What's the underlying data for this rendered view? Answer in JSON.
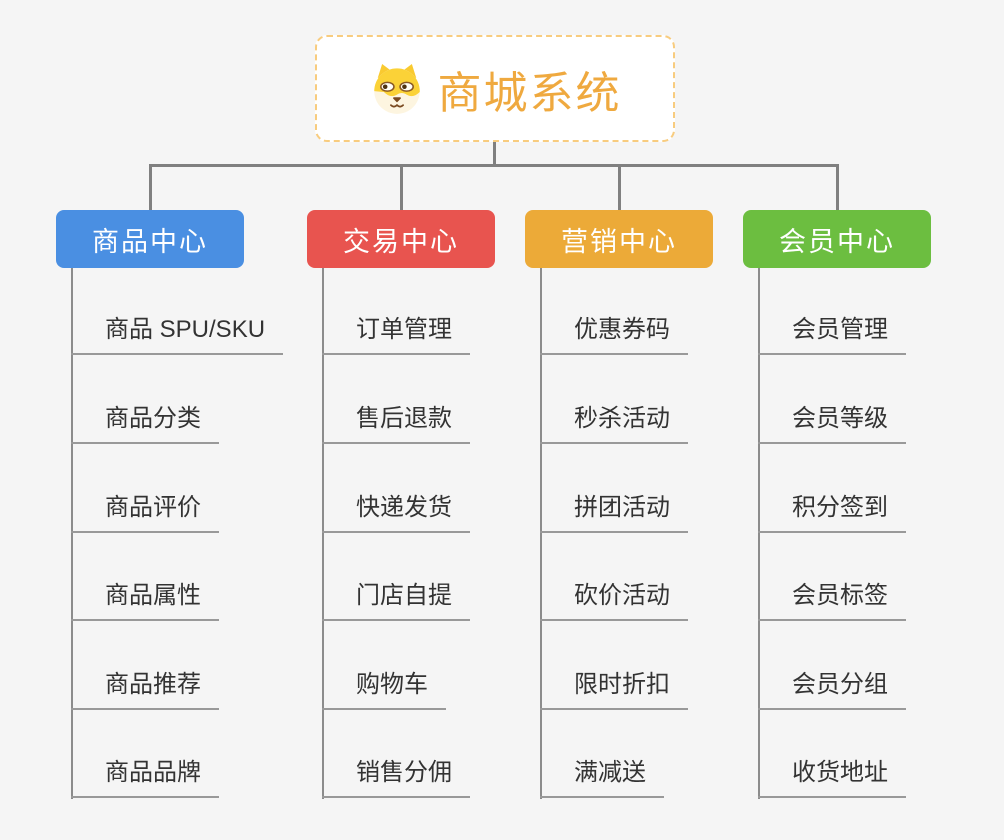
{
  "canvas": {
    "background": "#f5f5f5",
    "connector_color": "#808080"
  },
  "root": {
    "label": "商城系统",
    "icon": "dog-face-icon",
    "text_color": "#efa93f",
    "border_color": "#f8cc7f",
    "background": "#ffffff"
  },
  "branches": [
    {
      "label": "商品中心",
      "color": "#4a8fe2",
      "items": [
        "商品 SPU/SKU",
        "商品分类",
        "商品评价",
        "商品属性",
        "商品推荐",
        "商品品牌"
      ]
    },
    {
      "label": "交易中心",
      "color": "#e8544f",
      "items": [
        "订单管理",
        "售后退款",
        "快递发货",
        "门店自提",
        "购物车",
        "销售分佣"
      ]
    },
    {
      "label": "营销中心",
      "color": "#ecaa38",
      "items": [
        "优惠券码",
        "秒杀活动",
        "拼团活动",
        "砍价活动",
        "限时折扣",
        "满减送"
      ]
    },
    {
      "label": "会员中心",
      "color": "#6cbe40",
      "items": [
        "会员管理",
        "会员等级",
        "积分签到",
        "会员标签",
        "会员分组",
        "收货地址"
      ]
    }
  ]
}
